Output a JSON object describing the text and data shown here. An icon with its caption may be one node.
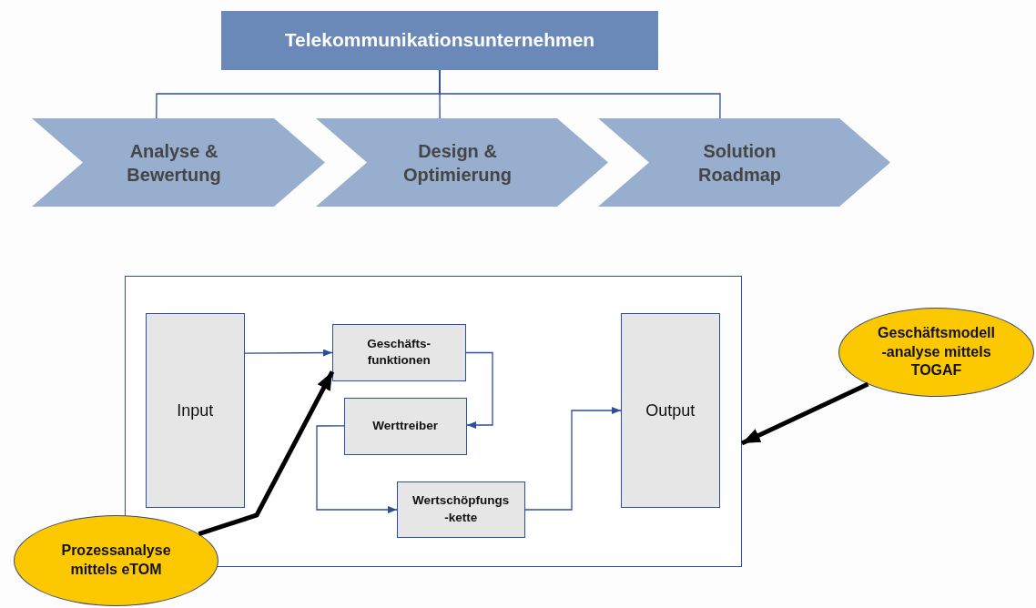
{
  "diagram": {
    "nodes": [
      {
        "text": [
          "Telekommunikationsunternehmen"
        ]
      },
      {
        "text": [
          "Analyse & Bewertung"
        ]
      },
      {
        "text": [
          "Design & Optimierung"
        ]
      },
      {
        "text": [
          "Solution Roadmap"
        ]
      },
      {
        "text": [],
        "shape": "box"
      },
      {
        "text": [
          "Input"
        ],
        "in": 4
      },
      {
        "text": [
          "Geschäfts- funktionen"
        ],
        "in": 4
      },
      {
        "text": [
          "Werttreiber"
        ],
        "in": 4
      },
      {
        "text": [
          "Wertschöpfungs -kette"
        ],
        "in": 4
      },
      {
        "text": [
          "Output"
        ],
        "in": 4
      },
      {
        "text": [
          "Prozessanalyse mittels eTOM"
        ]
      },
      {
        "text": [
          "Geschäftsmodell -analyse mittels TOGAF"
        ]
      }
    ],
    "edges": [
      {
        "from": 0,
        "to": 1,
        "arrow": "none"
      },
      {
        "from": 0,
        "to": 2,
        "arrow": "none"
      },
      {
        "from": 0,
        "to": 3,
        "arrow": "none"
      },
      {
        "from": 5,
        "to": 6,
        "arrow": "to"
      },
      {
        "from": 6,
        "to": 7,
        "arrow": "to"
      },
      {
        "from": 7,
        "to": 8,
        "arrow": "to"
      },
      {
        "from": 8,
        "to": 9,
        "arrow": "to"
      },
      {
        "from": 10,
        "to": 6,
        "arrow": "to",
        "style": "thick",
        "color": "#000000"
      },
      {
        "from": 11,
        "to": 4,
        "arrow": "to",
        "style": "thick",
        "color": "#000000"
      }
    ]
  }
}
